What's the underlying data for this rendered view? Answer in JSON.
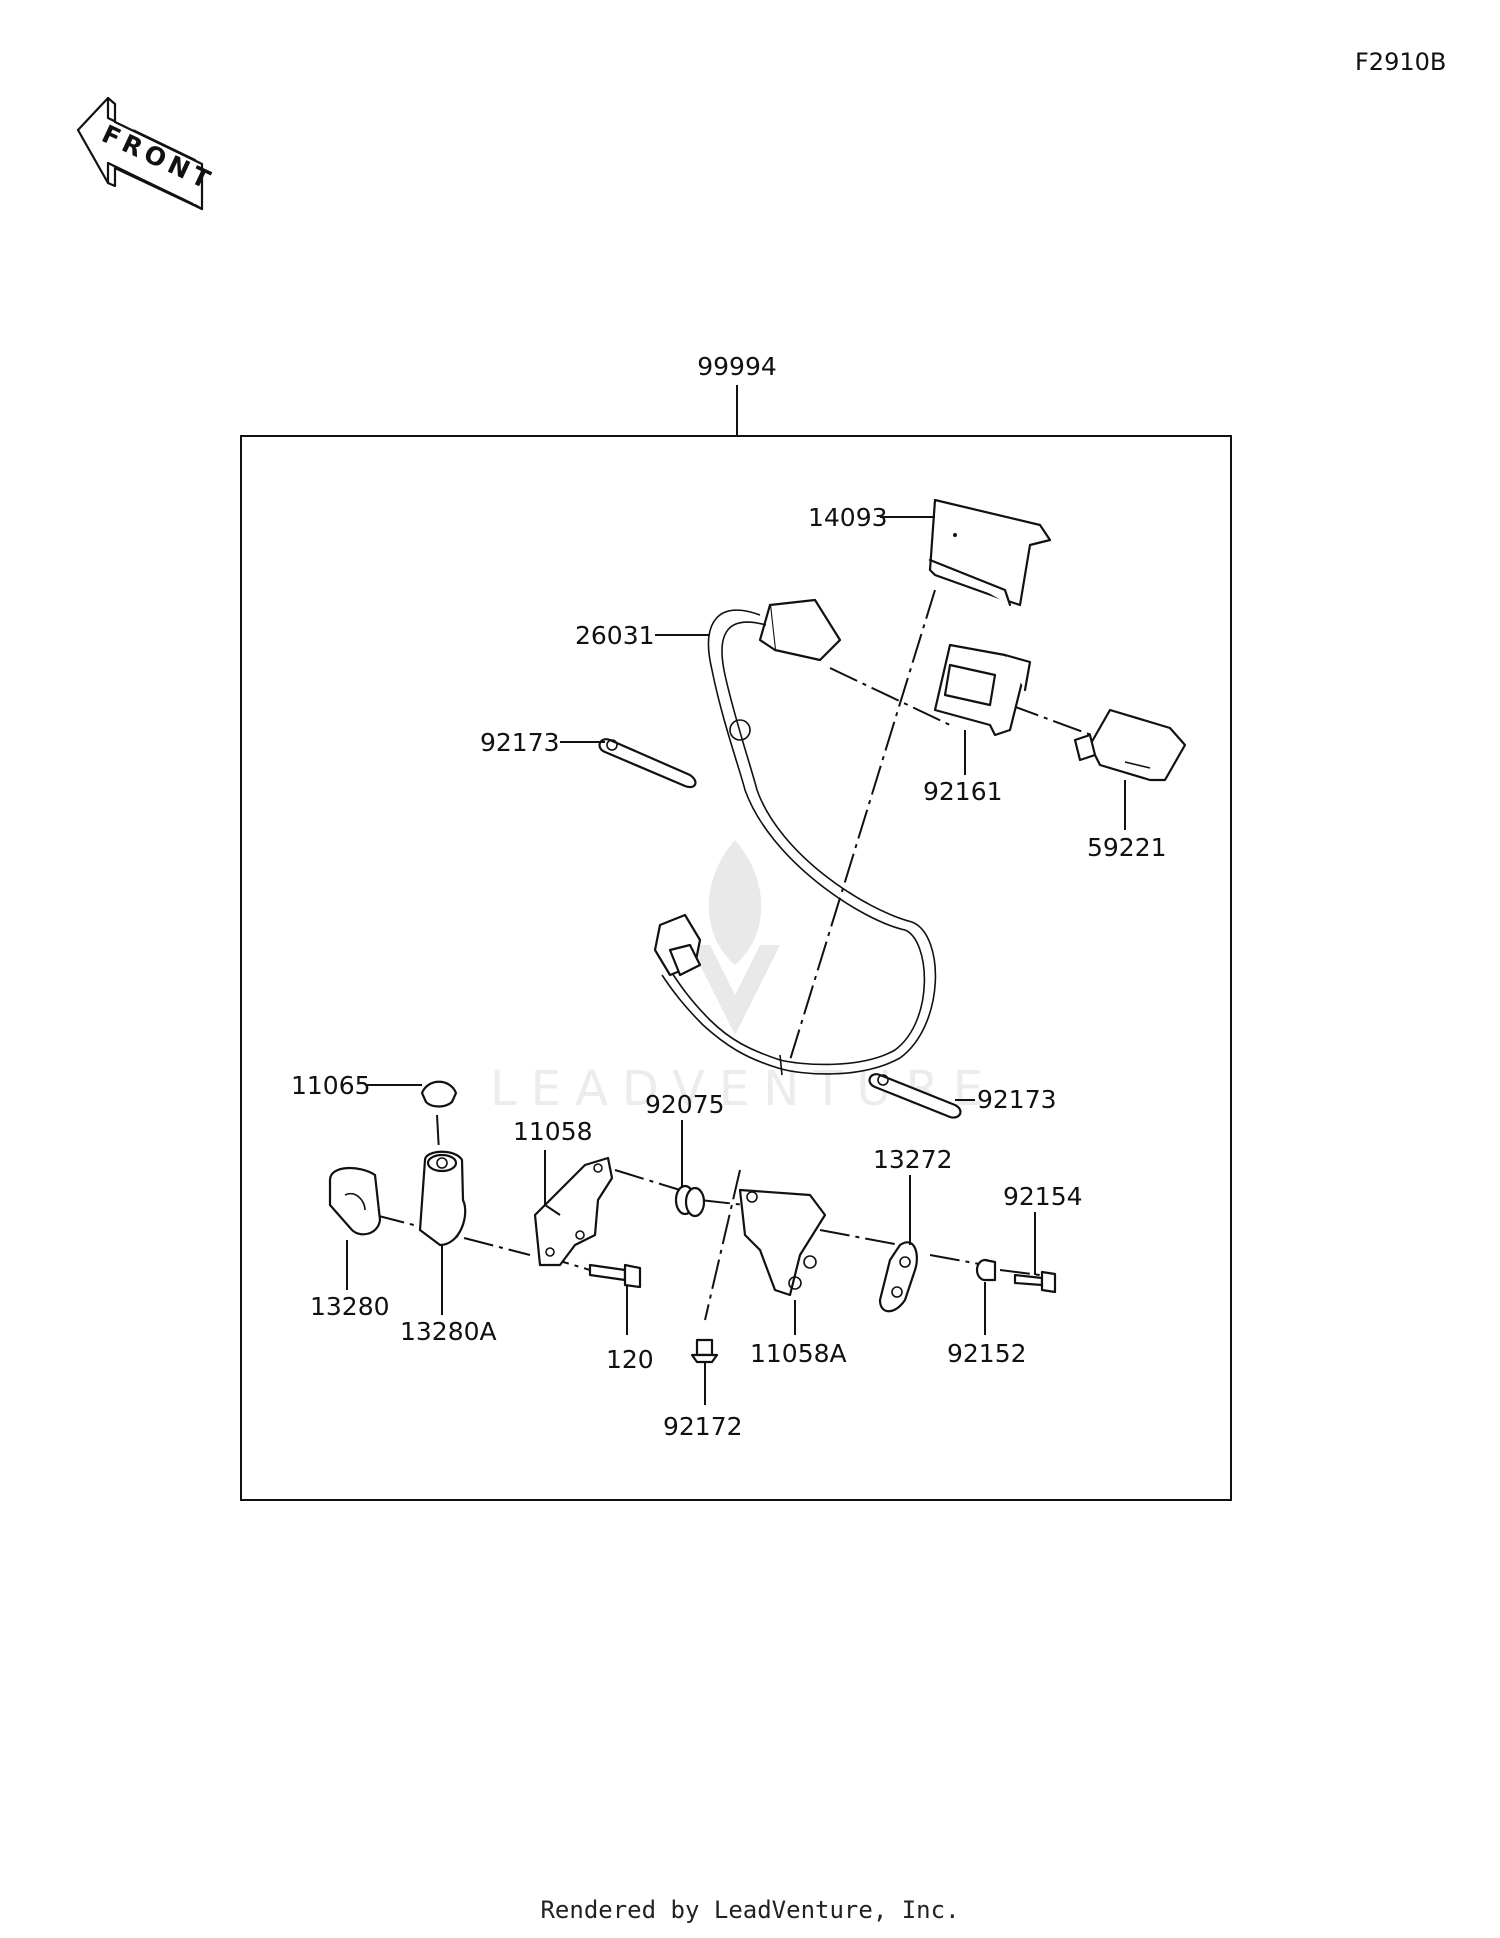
{
  "diagram_code": "F2910B",
  "front_arrow_label": "FRONT",
  "watermark": "LEADVENTURE",
  "footer": "Rendered by LeadVenture, Inc.",
  "parts": {
    "p99994": "99994",
    "p14093": "14093",
    "p26031": "26031",
    "p92173a": "92173",
    "p92161": "92161",
    "p59221": "59221",
    "p11065": "11065",
    "p11058": "11058",
    "p92075": "92075",
    "p92173b": "92173",
    "p13272": "13272",
    "p92154": "92154",
    "p13280": "13280",
    "p13280A": "13280A",
    "p120": "120",
    "p11058A": "11058A",
    "p92152": "92152",
    "p92172": "92172"
  }
}
